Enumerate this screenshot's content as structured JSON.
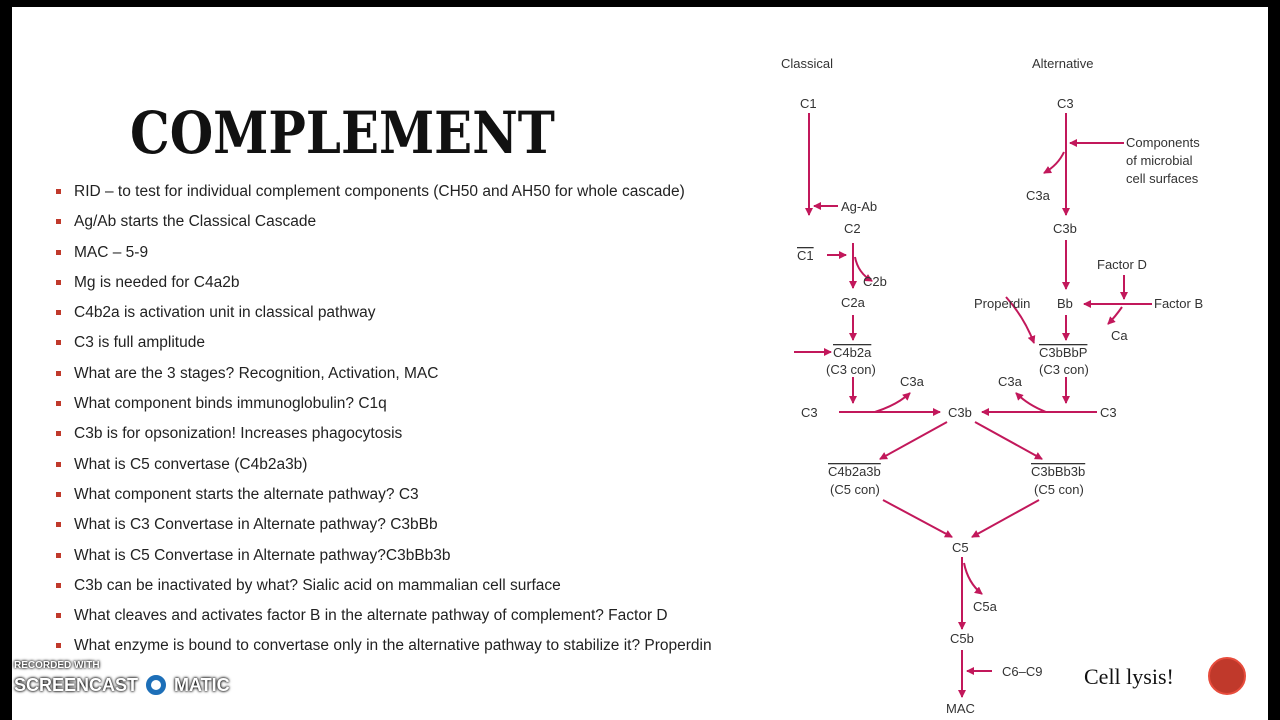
{
  "slide": {
    "title": "COMPLEMENT",
    "bullets": [
      "RID – to test for individual complement components (CH50 and AH50 for whole cascade)",
      "Ag/Ab starts the Classical Cascade",
      "MAC – 5-9",
      "Mg is needed for C4a2b",
      "C4b2a is activation unit in classical pathway",
      "C3 is full amplitude",
      "What are the 3 stages? Recognition, Activation, MAC",
      "What component binds immunoglobulin? C1q",
      "C3b is for opsonization! Increases phagocytosis",
      "What is C5 convertase (C4b2a3b)",
      "What component starts the alternate pathway? C3",
      "What is C3 Convertase in Alternate pathway? C3bBb",
      "What is C5 Convertase in Alternate pathway?C3bBb3b",
      "C3b can be inactivated by what? Sialic acid on mammalian cell surface",
      "What cleaves and activates factor B in the alternate pathway of complement? Factor D",
      "What enzyme is bound to convertase only in the alternative pathway to stabilize it? Properdin"
    ],
    "cell_lysis": "Cell lysis!"
  },
  "diagram": {
    "classical": "Classical",
    "alternative": "Alternative",
    "c1": "C1",
    "ag_ab": "Ag-Ab",
    "c2": "C2",
    "c1bar": "C1",
    "c2b": "C2b",
    "c2a": "C2a",
    "c4b2a": "C4b2a",
    "c3con_left": "(C3 con)",
    "c3a_left": "C3a",
    "c3_left": "C3",
    "c3b_center": "C3b",
    "c4b2a3b": "C4b2a3b",
    "c5con_left": "(C5 con)",
    "c3_top": "C3",
    "components_1": "Components",
    "components_2": "of microbial",
    "components_3": "cell surfaces",
    "c3a_alt": "C3a",
    "c3b_alt": "C3b",
    "factor_d": "Factor D",
    "properdin": "Properdin",
    "bb": "Bb",
    "factor_b": "Factor B",
    "ca": "Ca",
    "c3bbbp": "C3bBbP",
    "c3con_right": "(C3 con)",
    "c3a_right": "C3a",
    "c3_right": "C3",
    "c3bbb3b": "C3bBb3b",
    "c5con_right": "(C5 con)",
    "c5": "C5",
    "c5a": "C5a",
    "c5b": "C5b",
    "c6c9": "C6–C9",
    "mac": "MAC"
  },
  "watermark": {
    "top": "RECORDED WITH",
    "brand_left": "SCREENCAST",
    "brand_right": "MATIC"
  },
  "colors": {
    "arrow": "#c2185b",
    "bullet": "#c0392b"
  }
}
